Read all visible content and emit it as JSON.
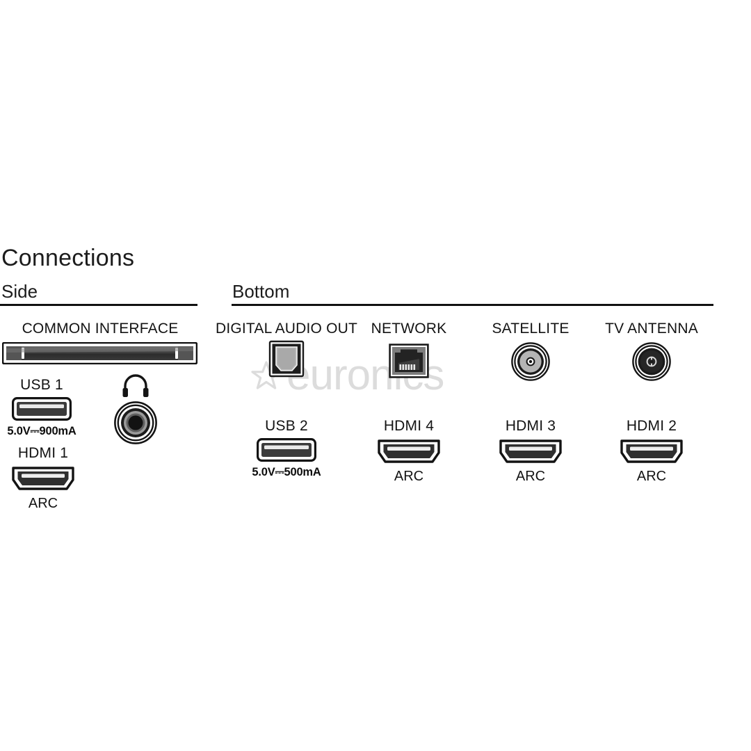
{
  "header": {
    "title": "Connections"
  },
  "watermark": {
    "text": "euronics",
    "icon": "star-icon",
    "color": "#dcdcdc"
  },
  "colors": {
    "background": "#ffffff",
    "text": "#1a1a1a",
    "rule": "#111111",
    "connector_dark": "#2f2f2f",
    "connector_light": "#b4b4b4",
    "watermark": "#dcdcdc"
  },
  "sections": {
    "side": {
      "title": "Side",
      "ports": [
        {
          "label": "COMMON INTERFACE",
          "sub": "",
          "icon": "ci-slot-icon"
        },
        {
          "label": "USB 1",
          "sub": "5.0V⎓900mA",
          "icon": "usb-port-icon"
        },
        {
          "label": "HDMI 1",
          "sub": "ARC",
          "icon": "hdmi-port-icon"
        },
        {
          "label": "",
          "sub": "",
          "icon": "headphone-jack-icon"
        }
      ]
    },
    "bottom": {
      "title": "Bottom",
      "ports": [
        {
          "label": "DIGITAL AUDIO OUT",
          "sub": "",
          "icon": "optical-toslink-icon"
        },
        {
          "label": "NETWORK",
          "sub": "",
          "icon": "rj45-network-icon"
        },
        {
          "label": "SATELLITE",
          "sub": "",
          "icon": "satellite-coax-icon"
        },
        {
          "label": "TV ANTENNA",
          "sub": "",
          "icon": "tv-antenna-coax-icon"
        },
        {
          "label": "USB 2",
          "sub": "5.0V⎓500mA",
          "icon": "usb-port-icon"
        },
        {
          "label": "HDMI 4",
          "sub": "ARC",
          "icon": "hdmi-port-icon"
        },
        {
          "label": "HDMI 3",
          "sub": "ARC",
          "icon": "hdmi-port-icon"
        },
        {
          "label": "HDMI 2",
          "sub": "ARC",
          "icon": "hdmi-port-icon"
        }
      ]
    }
  }
}
